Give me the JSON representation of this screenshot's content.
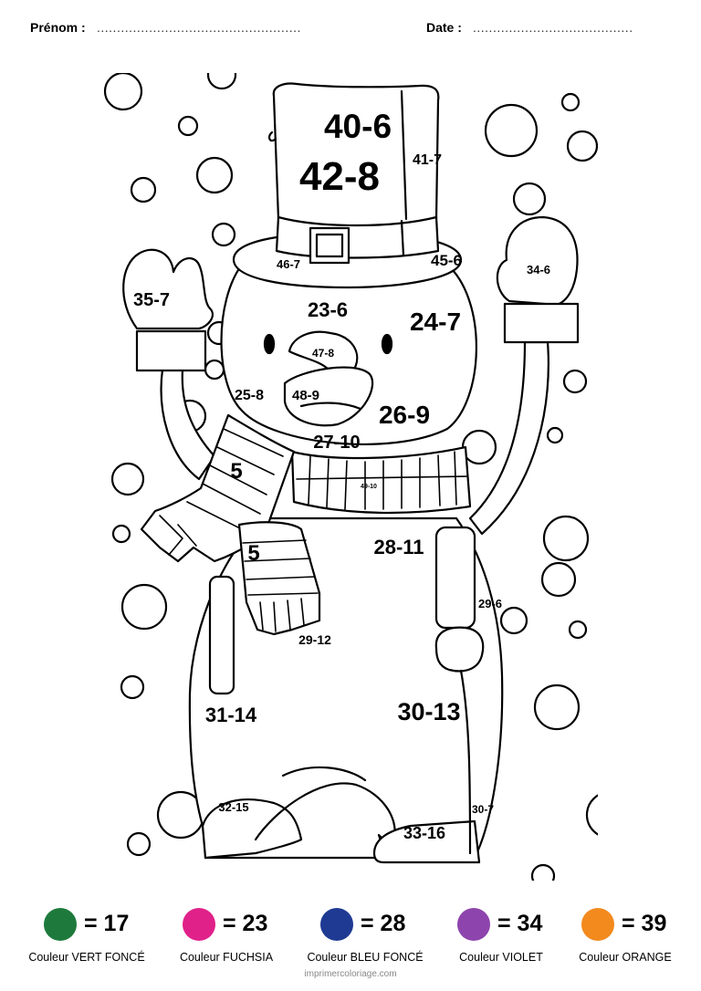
{
  "header": {
    "name_label": "Prénom :",
    "name_dots": "...................................................",
    "date_label": "Date :",
    "date_dots": "........................................"
  },
  "labels": {
    "hat_big_1": "40-6",
    "hat_big_2": "42-8",
    "hat_side": "41-7",
    "brim_left": "46-7",
    "brim_right": "45-6",
    "mitten_left": "35-7",
    "mitten_right": "34-6",
    "head_top": "23-6",
    "head_right": "24-7",
    "nose": "47-8",
    "head_left": "25-8",
    "mouth": "48-9",
    "head_lower": "26-9",
    "chin": "27-10",
    "scarf_tail_1": "5",
    "scarf_tail_2": "5",
    "scarf_band": "49-10",
    "body_top": "28-11",
    "body_right": "29-6",
    "ball": "29-12",
    "body_left": "31-14",
    "body_center": "30-13",
    "foot_left": "32-15",
    "foot_right_side": "30-7",
    "foot_right": "33-16"
  },
  "legend": [
    {
      "value_text": "= 17",
      "name": "Couleur VERT FONCÉ",
      "color": "#1e7a3c"
    },
    {
      "value_text": "= 23",
      "name": "Couleur FUCHSIA",
      "color": "#e0218a"
    },
    {
      "value_text": "= 28",
      "name": "Couleur BLEU FONCÉ",
      "color": "#1f3a93"
    },
    {
      "value_text": "= 34",
      "name": "Couleur VIOLET",
      "color": "#8e44ad"
    },
    {
      "value_text": "= 39",
      "name": "Couleur ORANGE",
      "color": "#f28a1e"
    }
  ],
  "footer": {
    "site": "imprimercoloriage.com"
  }
}
